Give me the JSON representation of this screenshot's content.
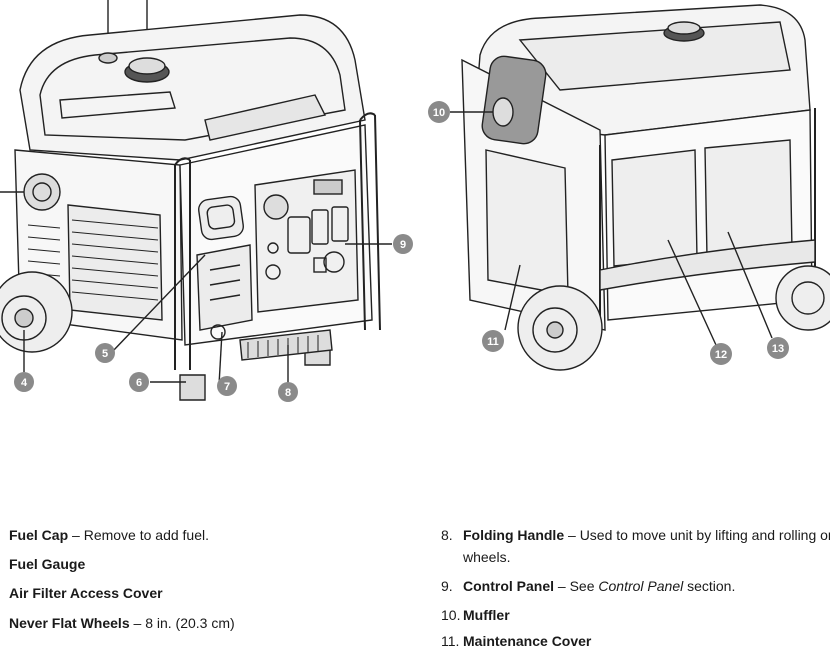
{
  "callouts": [
    "4",
    "5",
    "6",
    "7",
    "8",
    "9",
    "10",
    "11",
    "12",
    "13"
  ],
  "left_list": [
    {
      "term": "Fuel Cap",
      "sep": " – ",
      "desc": "Remove to add fuel."
    },
    {
      "term": "Fuel Gauge",
      "sep": "",
      "desc": ""
    },
    {
      "term": "Air Filter Access Cover",
      "sep": "",
      "desc": ""
    },
    {
      "term": "Never Flat Wheels",
      "sep": " – ",
      "desc": "8 in. (20.3 cm)"
    }
  ],
  "right_list": [
    {
      "num": "8.",
      "term": "Folding Handle",
      "sep": " – ",
      "desc": "Used to move unit by lifting and rolling on",
      "desc2": "wheels."
    },
    {
      "num": "9.",
      "term": "Control Panel",
      "sep": " – See ",
      "desc_italic": "Control Panel",
      "desc_after": " section."
    },
    {
      "num": "10.",
      "term": "Muffler"
    },
    {
      "num": "11.",
      "term": "Maintenance Cover"
    }
  ]
}
